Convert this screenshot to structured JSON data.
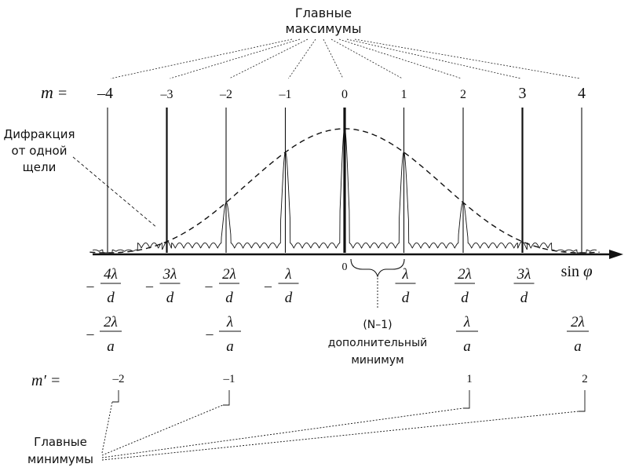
{
  "top_label": {
    "line1": "Главные",
    "line2": "максимумы"
  },
  "m_label": "m",
  "m_eq": "=",
  "m_values": [
    "–4",
    "–3",
    "–2",
    "–1",
    "0",
    "1",
    "2",
    "3",
    "4"
  ],
  "single_slit_label": {
    "line1": "Дифракция",
    "line2": "от одной",
    "line3": "щели"
  },
  "axis": {
    "origin": "0",
    "variable_main": "sin",
    "variable_phi": "φ"
  },
  "d_fractions": [
    {
      "sign": "–",
      "num": "4λ",
      "den": "d"
    },
    {
      "sign": "–",
      "num": "3λ",
      "den": "d"
    },
    {
      "sign": "–",
      "num": "2λ",
      "den": "d"
    },
    {
      "sign": "–",
      "num": "λ",
      "den": "d"
    },
    {
      "sign": "",
      "num": "λ",
      "den": "d"
    },
    {
      "sign": "",
      "num": "2λ",
      "den": "d"
    },
    {
      "sign": "",
      "num": "3λ",
      "den": "d"
    }
  ],
  "a_fractions": [
    {
      "sign": "–",
      "num": "2λ",
      "den": "a"
    },
    {
      "sign": "–",
      "num": "λ",
      "den": "a"
    },
    {
      "sign": "",
      "num": "λ",
      "den": "a"
    },
    {
      "sign": "",
      "num": "2λ",
      "den": "a"
    }
  ],
  "additional_min_label": {
    "line1": "(N–1)",
    "line2": "дополнительный",
    "line3": "минимум"
  },
  "mprime_label": "m′ =",
  "mprime_values": [
    "–2",
    "–1",
    "1",
    "2"
  ],
  "bottom_label": {
    "line1": "Главные",
    "line2": "минимумы"
  }
}
